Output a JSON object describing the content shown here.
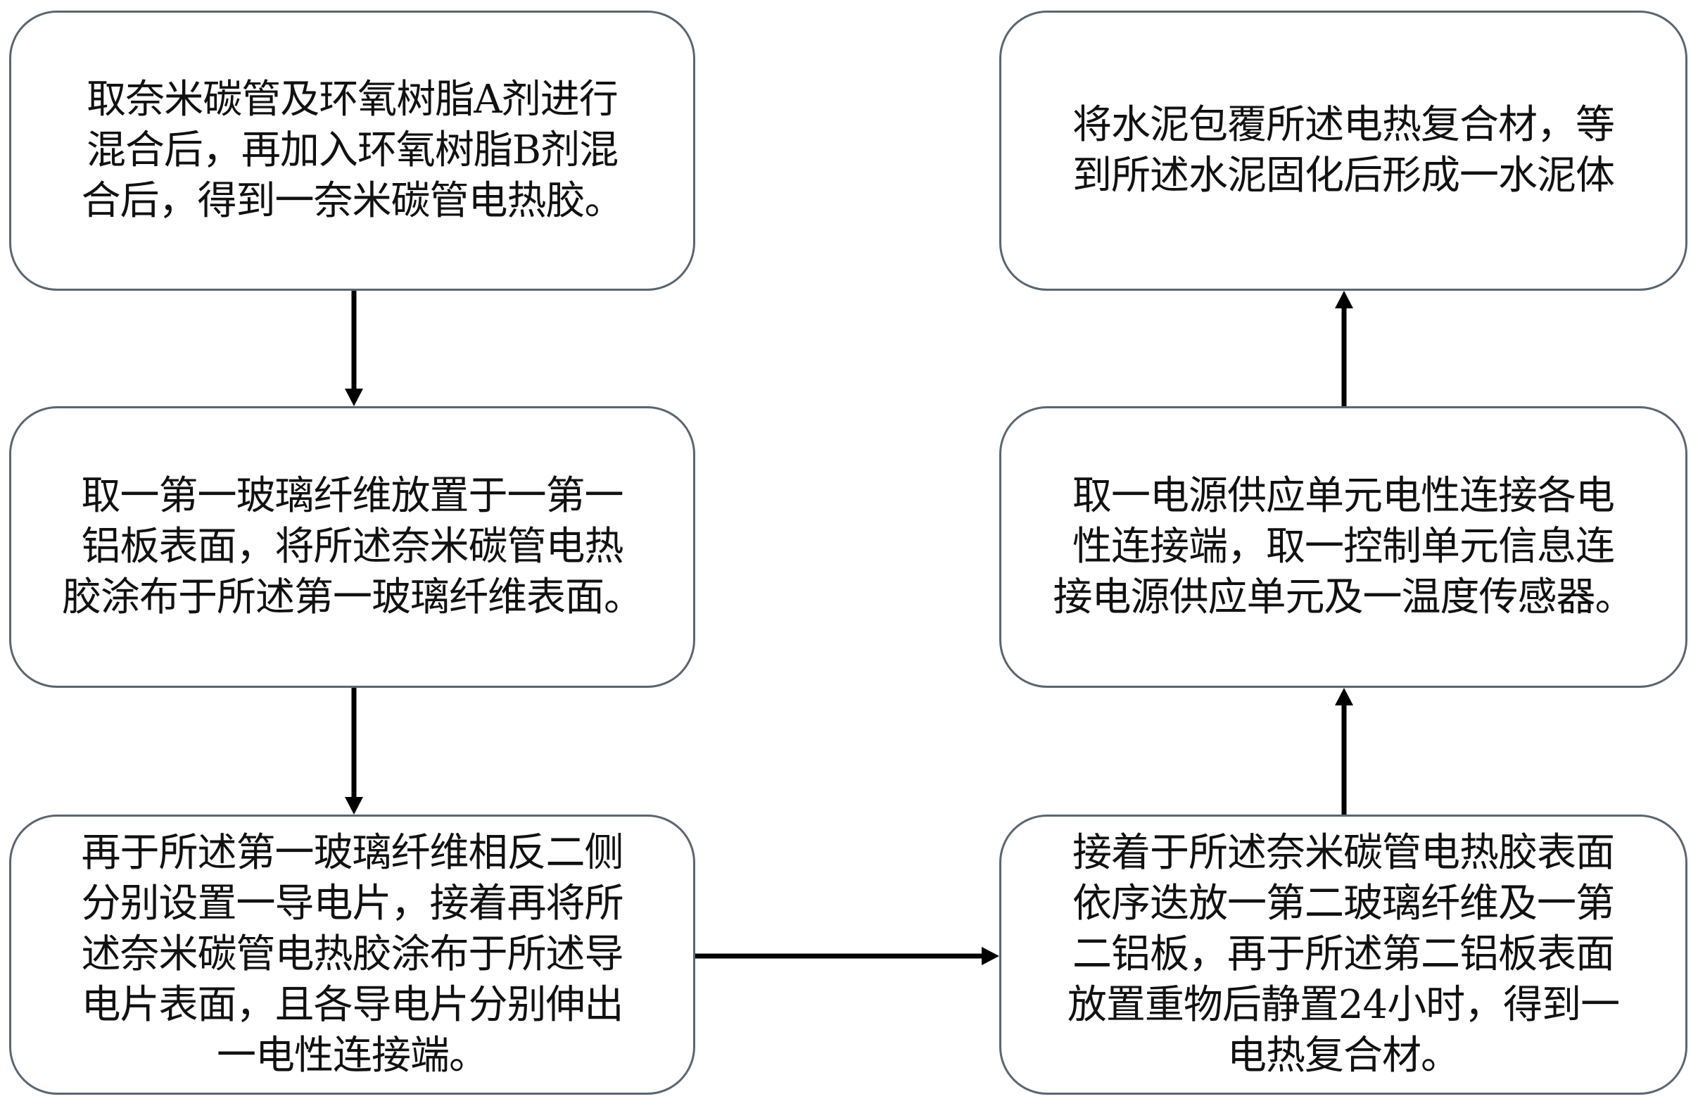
{
  "diagram": {
    "type": "flowchart",
    "steps": [
      {
        "id": "step-1",
        "lines": [
          "取奈米碳管及环氧树脂A剂进行",
          "混合后，再加入环氧树脂B剂混",
          "合后，得到一奈米碳管电热胶。"
        ]
      },
      {
        "id": "step-2",
        "lines": [
          "取一第一玻璃纤维放置于一第一",
          "铝板表面，将所述奈米碳管电热",
          "胶涂布于所述第一玻璃纤维表面。"
        ]
      },
      {
        "id": "step-3",
        "lines": [
          "再于所述第一玻璃纤维相反二侧",
          "分别设置一导电片，接着再将所",
          "述奈米碳管电热胶涂布于所述导",
          "电片表面，且各导电片分别伸出",
          "一电性连接端。"
        ]
      },
      {
        "id": "step-4",
        "lines": [
          "接着于所述奈米碳管电热胶表面",
          "依序迭放一第二玻璃纤维及一第",
          "二铝板，再于所述第二铝板表面",
          "放置重物后静置24小时，得到一",
          "电热复合材。"
        ]
      },
      {
        "id": "step-5",
        "lines": [
          "取一电源供应单元电性连接各电",
          "性连接端，取一控制单元信息连",
          "接电源供应单元及一温度传感器。"
        ]
      },
      {
        "id": "step-6",
        "lines": [
          "将水泥包覆所述电热复合材，等",
          "到所述水泥固化后形成一水泥体"
        ]
      }
    ],
    "edges": [
      {
        "from": "step-1",
        "to": "step-2",
        "direction": "down"
      },
      {
        "from": "step-2",
        "to": "step-3",
        "direction": "down"
      },
      {
        "from": "step-3",
        "to": "step-4",
        "direction": "right"
      },
      {
        "from": "step-4",
        "to": "step-5",
        "direction": "up"
      },
      {
        "from": "step-5",
        "to": "step-6",
        "direction": "up"
      }
    ],
    "colors": {
      "box_border": "#5b6670",
      "arrow": "#000000",
      "text": "#111111"
    }
  }
}
